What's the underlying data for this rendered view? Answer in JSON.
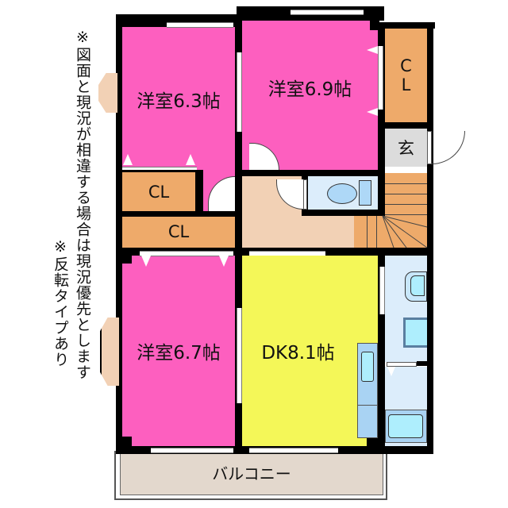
{
  "notes": {
    "note1": "※図面と現況が相違する場合は現況優先とします",
    "note2": "※反転タイプあり"
  },
  "rooms": {
    "western1": {
      "label": "洋室6.3帖",
      "type": "western-room",
      "size_jo": 6.3
    },
    "western2": {
      "label": "洋室6.9帖",
      "type": "western-room",
      "size_jo": 6.9
    },
    "western3": {
      "label": "洋室6.7帖",
      "type": "western-room",
      "size_jo": 6.7
    },
    "dk": {
      "label": "DK8.1帖",
      "type": "dining-kitchen",
      "size_jo": 8.1
    },
    "closet_right_c": "C",
    "closet_right_l": "L",
    "closet1": {
      "label": "CL"
    },
    "closet2": {
      "label": "CL"
    },
    "entrance": {
      "label": "玄"
    },
    "balcony": {
      "label": "バルコニー"
    }
  },
  "colors": {
    "western_room": "#fd5fbf",
    "closet": "#eeaa6a",
    "dk": "#f4f758",
    "hall": "#f2d1b5",
    "entrance": "#dcdcdc",
    "wet_area": "#dcedfb",
    "balcony": "#e3d8cd",
    "fixture": "#aeeefd"
  }
}
